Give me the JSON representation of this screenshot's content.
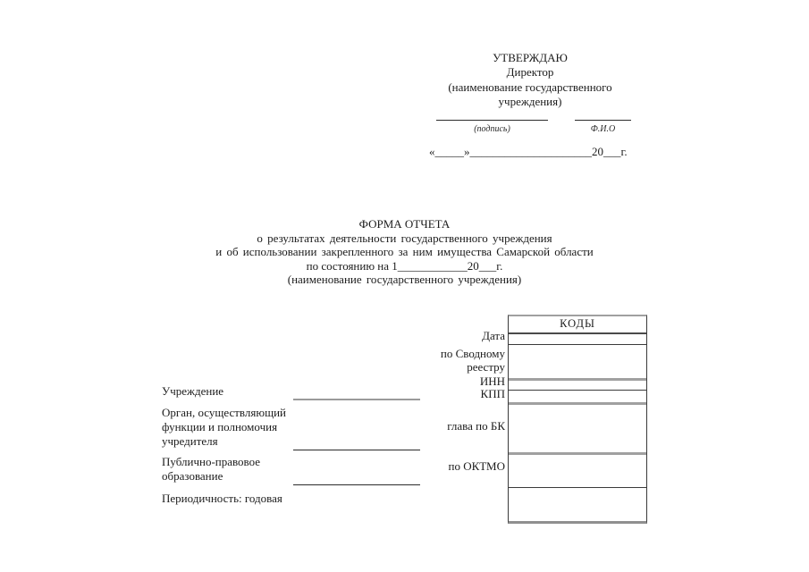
{
  "approval": {
    "stamp": "УТВЕРЖДАЮ",
    "position": "Директор",
    "org_name_line1": "(наименование государственного",
    "org_name_line2": "учреждения)",
    "signature_caption": "(подпись)",
    "name_caption": "Ф.И.О",
    "date_line": "«_____»_____________________20___г."
  },
  "report": {
    "heading": "ФОРМА ОТЧЕТА",
    "subtitle_line1": "о результатах деятельности государственного учреждения",
    "subtitle_line2": "и об использовании закрепленного за ним имущества Самарской области",
    "subtitle_line3": "по состоянию на 1____________20___г.",
    "org_caption": "(наименование государственного учреждения)"
  },
  "codes_table": {
    "header": "КОДЫ",
    "row_labels": [
      "Дата",
      "по Сводному реестру",
      "ИНН",
      "КПП",
      "глава по БК",
      "по ОКТМО"
    ]
  },
  "fields": {
    "institution": "Учреждение",
    "founder": "Орган, осуществляющий функции и полномочия учредителя",
    "public_entity": "Публично-правовое образование",
    "periodicity": "Периодичность: годовая"
  }
}
